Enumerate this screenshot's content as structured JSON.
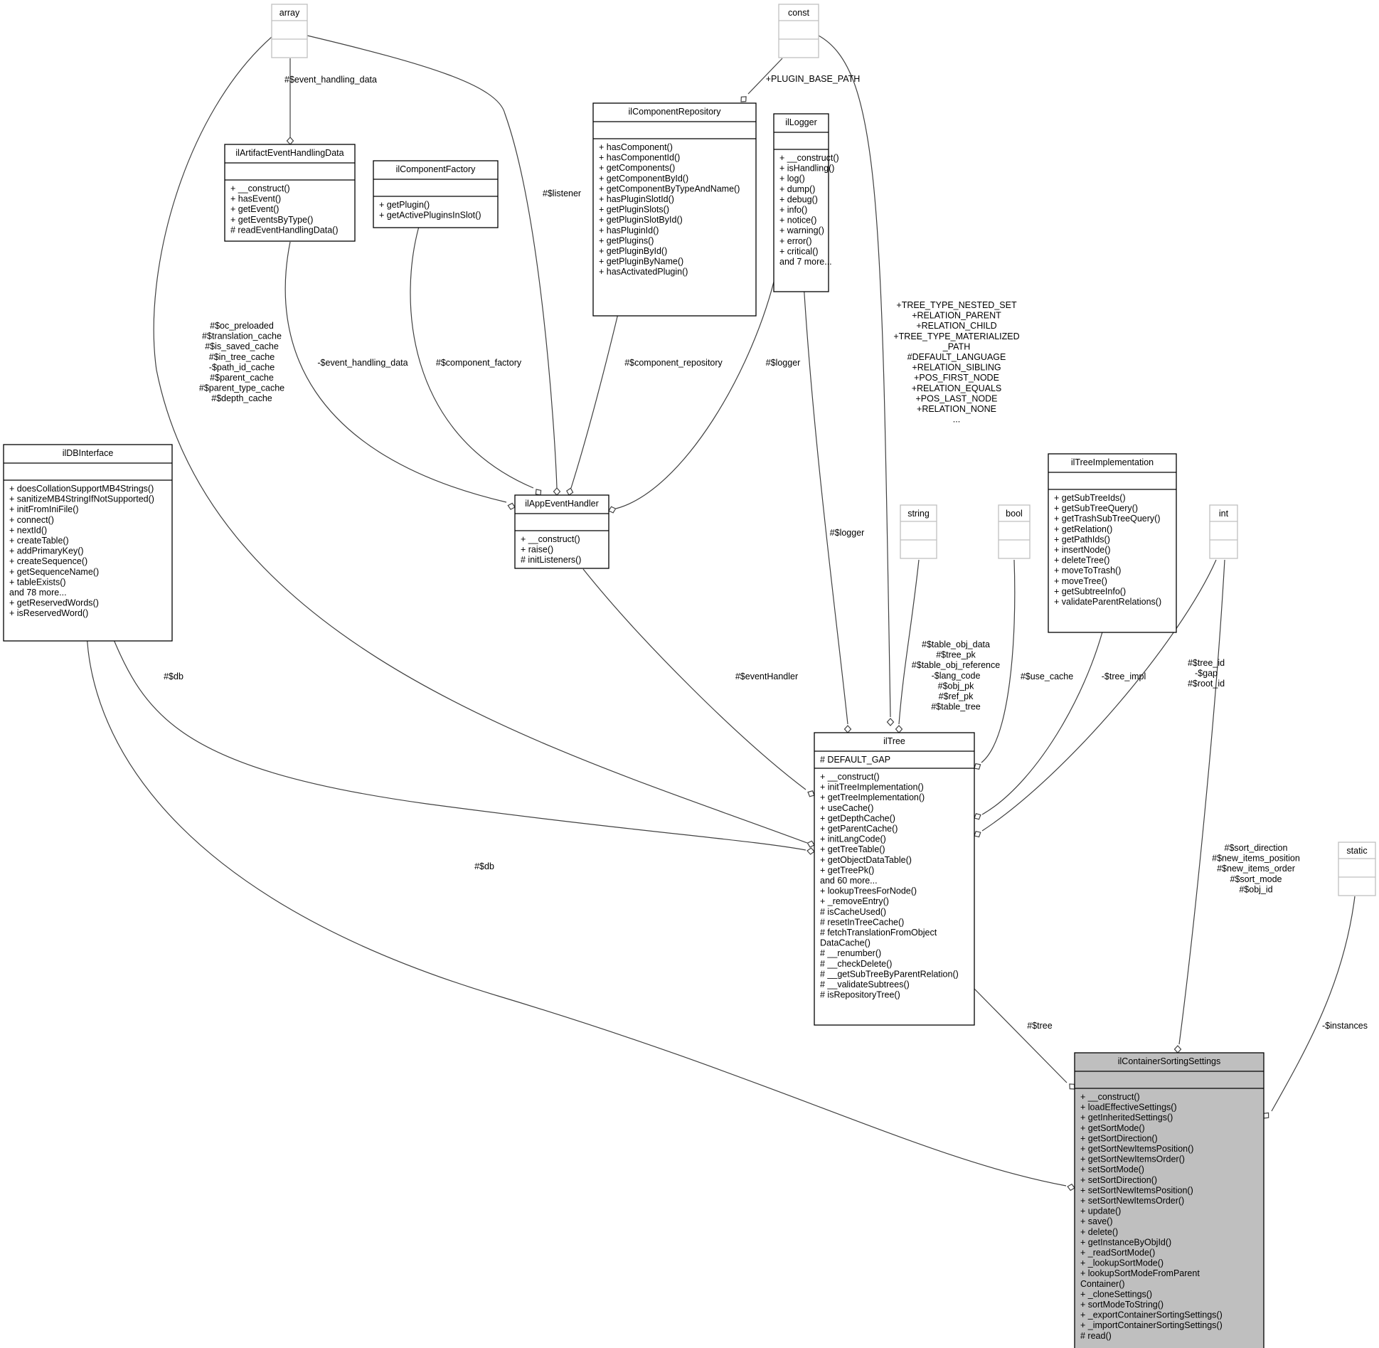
{
  "classes": {
    "array": {
      "name": "array",
      "members": []
    },
    "const": {
      "name": "const",
      "members": []
    },
    "string": {
      "name": "string",
      "members": []
    },
    "bool": {
      "name": "bool",
      "members": []
    },
    "int": {
      "name": "int",
      "members": []
    },
    "static": {
      "name": "static",
      "members": []
    },
    "ilArtifactEventHandlingData": {
      "name": "ilArtifactEventHandlingData",
      "members": [
        "+ __construct()",
        "+ hasEvent()",
        "+ getEvent()",
        "+ getEventsByType()",
        "# readEventHandlingData()"
      ]
    },
    "ilComponentFactory": {
      "name": "ilComponentFactory",
      "members": [
        "+ getPlugin()",
        "+ getActivePluginsInSlot()"
      ]
    },
    "ilComponentRepository": {
      "name": "ilComponentRepository",
      "members": [
        "+ hasComponent()",
        "+ hasComponentId()",
        "+ getComponents()",
        "+ getComponentById()",
        "+ getComponentByTypeAndName()",
        "+ hasPluginSlotId()",
        "+ getPluginSlots()",
        "+ getPluginSlotById()",
        "+ hasPluginId()",
        "+ getPlugins()",
        "+ getPluginById()",
        "+ getPluginByName()",
        "+ hasActivatedPlugin()"
      ]
    },
    "ilLogger": {
      "name": "ilLogger",
      "members": [
        "+ __construct()",
        "+ isHandling()",
        "+ log()",
        "+ dump()",
        "+ debug()",
        "+ info()",
        "+ notice()",
        "+ warning()",
        "+ error()",
        "+ critical()",
        "and 7 more..."
      ]
    },
    "ilAppEventHandler": {
      "name": "ilAppEventHandler",
      "members": [
        "+ __construct()",
        "+ raise()",
        "# initListeners()"
      ]
    },
    "ilDBInterface": {
      "name": "ilDBInterface",
      "members": [
        "+ doesCollationSupportMB4Strings()",
        "+ sanitizeMB4StringIfNotSupported()",
        "+ initFromIniFile()",
        "+ connect()",
        "+ nextId()",
        "+ createTable()",
        "+ addPrimaryKey()",
        "+ createSequence()",
        "+ getSequenceName()",
        "+ tableExists()",
        "and 78 more...",
        "+ getReservedWords()",
        "+ isReservedWord()"
      ]
    },
    "ilTreeImplementation": {
      "name": "ilTreeImplementation",
      "members": [
        "+ getSubTreeIds()",
        "+ getSubTreeQuery()",
        "+ getTrashSubTreeQuery()",
        "+ getRelation()",
        "+ getPathIds()",
        "+ insertNode()",
        "+ deleteTree()",
        "+ moveToTrash()",
        "+ moveTree()",
        "+ getSubtreeInfo()",
        "+ validateParentRelations()"
      ]
    },
    "ilTree": {
      "name": "ilTree",
      "attributes": [
        "# DEFAULT_GAP"
      ],
      "members": [
        "+ __construct()",
        "+ initTreeImplementation()",
        "+ getTreeImplementation()",
        "+ useCache()",
        "+ getDepthCache()",
        "+ getParentCache()",
        "+ initLangCode()",
        "+ getTreeTable()",
        "+ getObjectDataTable()",
        "+ getTreePk()",
        "and 60 more...",
        "+ lookupTreesForNode()",
        "+ _removeEntry()",
        "# isCacheUsed()",
        "# resetInTreeCache()",
        "# fetchTranslationFromObject",
        "DataCache()",
        "# __renumber()",
        "# __checkDelete()",
        "# __getSubTreeByParentRelation()",
        "# __validateSubtrees()",
        "# isRepositoryTree()"
      ]
    },
    "ilContainerSortingSettings": {
      "name": "ilContainerSortingSettings",
      "members": [
        "+ __construct()",
        "+ loadEffectiveSettings()",
        "+ getInheritedSettings()",
        "+ getSortMode()",
        "+ getSortDirection()",
        "+ getSortNewItemsPosition()",
        "+ getSortNewItemsOrder()",
        "+ setSortMode()",
        "+ setSortDirection()",
        "+ setSortNewItemsPosition()",
        "+ setSortNewItemsOrder()",
        "+ update()",
        "+ save()",
        "+ delete()",
        "+ getInstanceByObjId()",
        "+ _readSortMode()",
        "+ _lookupSortMode()",
        "+ lookupSortModeFromParent",
        "Container()",
        "+ _cloneSettings()",
        "+ sortModeToString()",
        "+ _exportContainerSortingSettings()",
        "+ _importContainerSortingSettings()",
        "# read()"
      ]
    }
  },
  "edge_labels": {
    "array_artifact": [
      "#$event_handling_data"
    ],
    "const_repo": [
      "+PLUGIN_BASE_PATH"
    ],
    "array_appevent": [
      "#$listener"
    ],
    "artifact_appevent": [
      "-$event_handling_data"
    ],
    "factory_appevent": [
      "#$component_factory"
    ],
    "repo_appevent": [
      "#$component_repository"
    ],
    "logger_appevent": [
      "#$logger"
    ],
    "array_tree": [
      "#$oc_preloaded",
      "#$translation_cache",
      "#$is_saved_cache",
      "#$in_tree_cache",
      "-$path_id_cache",
      "#$parent_cache",
      "#$parent_type_cache",
      "#$depth_cache"
    ],
    "const_tree": [
      "+TREE_TYPE_NESTED_SET",
      "+RELATION_PARENT",
      "+RELATION_CHILD",
      "+TREE_TYPE_MATERIALIZED",
      "_PATH",
      "#DEFAULT_LANGUAGE",
      "+RELATION_SIBLING",
      "+POS_FIRST_NODE",
      "+RELATION_EQUALS",
      "+POS_LAST_NODE",
      "+RELATION_NONE",
      "..."
    ],
    "logger_tree": [
      "#$logger"
    ],
    "string_tree": [
      "#$table_obj_data",
      "#$tree_pk",
      "#$table_obj_reference",
      "-$lang_code",
      "#$obj_pk",
      "#$ref_pk",
      "#$table_tree"
    ],
    "db_tree": [
      "#$db"
    ],
    "appevent_tree": [
      "#$eventHandler"
    ],
    "bool_tree": [
      "#$use_cache"
    ],
    "impl_tree": [
      "-$tree_impl"
    ],
    "int_tree": [
      "#$tree_id",
      "-$gap",
      "#$root_id"
    ],
    "db_sorting": [
      "#$db"
    ],
    "tree_sorting": [
      "#$tree"
    ],
    "int_sorting": [
      "#$sort_direction",
      "#$new_items_position",
      "#$new_items_order",
      "#$sort_mode",
      "#$obj_id"
    ],
    "static_sorting": [
      "-$instances"
    ]
  }
}
